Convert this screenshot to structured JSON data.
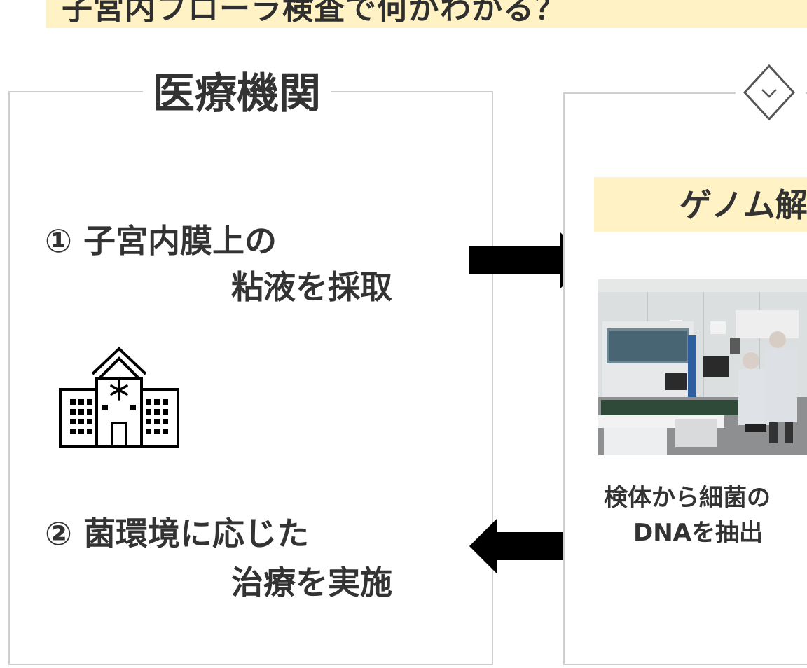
{
  "header": {
    "title": "子宮内フローラ検査で何がわかる？"
  },
  "left_panel": {
    "heading": "医療機関",
    "step1": {
      "line1": "① 子宮内膜上の",
      "line2": "粘液を採取"
    },
    "step2": {
      "line1": "② 菌環境に応じた",
      "line2": "治療を実施"
    },
    "icon": "hospital-icon"
  },
  "right_panel": {
    "badge_icon": "chevron-diamond-icon",
    "genome_label": "ゲノム解",
    "photo": "lab-photo",
    "caption_line1": "検体から細菌の",
    "caption_line2": "DNAを抽出"
  },
  "arrows": {
    "forward": "arrow-right-icon",
    "back": "arrow-left-icon"
  },
  "colors": {
    "highlight": "#fff2c4",
    "text": "#333333",
    "border": "#cfcfcf",
    "arrow": "#000000"
  }
}
